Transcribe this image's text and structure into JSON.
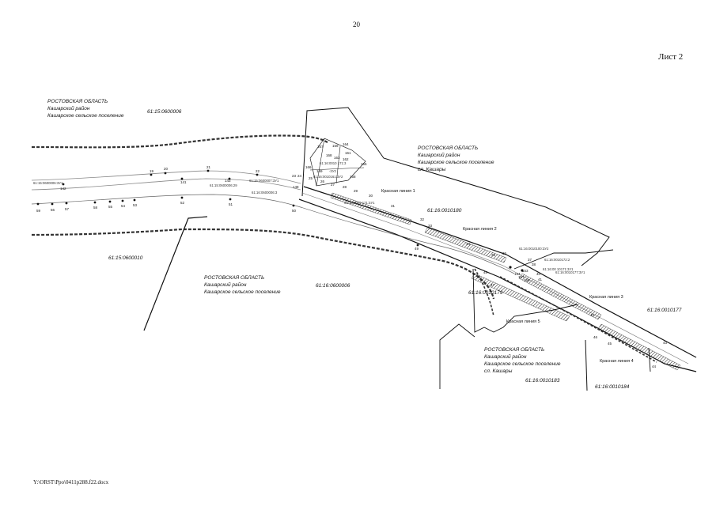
{
  "page_number": "20",
  "sheet_label": "Лист 2",
  "file_path": "Y:\\ORST\\Ppo\\0411p288.f22.docx",
  "regions": [
    {
      "lines": [
        "РОСТОВСКАЯ ОБЛАСТЬ",
        "Кашарский район",
        "Кашарское сельское поселение"
      ]
    },
    {
      "lines": [
        "РОСТОВСКАЯ ОБЛАСТЬ",
        "Кашарский район",
        "Кашарское сельское поселение",
        "сл. Кашары"
      ]
    },
    {
      "lines": [
        "РОСТОВСКАЯ ОБЛАСТЬ",
        "Кашарский район",
        "Кашарское сельское поселение"
      ]
    },
    {
      "lines": [
        "РОСТОВСКАЯ ОБЛАСТЬ",
        "Кашарский район",
        "Кашарское сельское поселение",
        "сл. Кашары"
      ]
    }
  ],
  "parcels": {
    "p600006_top": "61:15:0600006",
    "p10180": "61:16:0010180",
    "p600010": "61:15:0600010",
    "p600006_mid": "61:16:0600006",
    "p10179": "61:16:0010179",
    "p10177": "61:16:0010177",
    "p10183": "61:16:0010183",
    "p10184": "61:16:0010184"
  },
  "red_lines": [
    "Красная линия 1",
    "Красная линия 2",
    "Красная линия 3",
    "Красная линия 4",
    "Красная линия 5"
  ],
  "small_labels": [
    "61:16:0010161:3У2",
    "61:16:0010172:2",
    "61:15:0600006:3У1",
    "61:16:0010177:3У1",
    "61:16:0600006:3",
    "61:16:0010100:3У2",
    "61:16:00 10171:3У1",
    "61:15:0600006:29",
    "61:16:0010 171:3",
    "-3У2",
    "61:16:0010 171:3У1",
    "61:15:0600007:3У1"
  ],
  "point_labels": [
    "59",
    "56",
    "57",
    "58",
    "55",
    "54",
    "53",
    "52",
    "51",
    "50",
    "19",
    "20",
    "21",
    "22",
    "23",
    "24",
    "25",
    "26",
    "27",
    "28",
    "29",
    "30",
    "31",
    "32",
    "33",
    "34",
    "35",
    "36",
    "37",
    "38",
    "39",
    "40",
    "41",
    "42",
    "43",
    "44",
    "45",
    "46",
    "47",
    "48",
    "49",
    "141",
    "142",
    "143",
    "144",
    "147",
    "148",
    "153",
    "154",
    "155",
    "156",
    "157",
    "159",
    "160",
    "161",
    "162",
    "163",
    "164",
    "165",
    "166",
    "167",
    "168",
    "169"
  ]
}
